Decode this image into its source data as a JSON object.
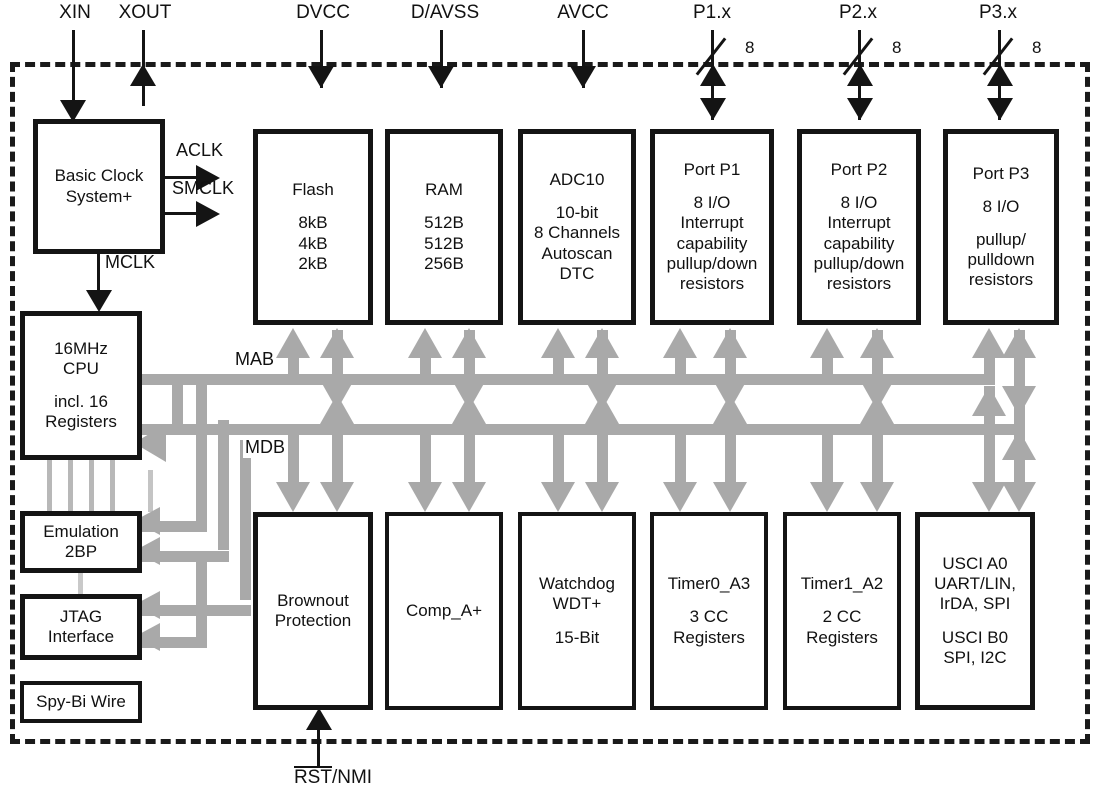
{
  "diagram": {
    "title": "MSP430 Microcontroller Functional Block Diagram",
    "colors": {
      "block_border": "#141414",
      "bus": "#a9a9a9",
      "signal": "#141414",
      "background": "#ffffff"
    }
  },
  "pins": [
    {
      "name": "XIN",
      "label": "XIN",
      "direction": "in"
    },
    {
      "name": "XOUT",
      "label": "XOUT",
      "direction": "out"
    },
    {
      "name": "DVCC",
      "label": "DVCC",
      "direction": "in"
    },
    {
      "name": "DAVSS",
      "label": "D/AVSS",
      "direction": "in"
    },
    {
      "name": "AVCC",
      "label": "AVCC",
      "direction": "in"
    },
    {
      "name": "P1x",
      "label": "P1.x",
      "direction": "bidir",
      "width": "8"
    },
    {
      "name": "P2x",
      "label": "P2.x",
      "direction": "bidir",
      "width": "8"
    },
    {
      "name": "P3x",
      "label": "P3.x",
      "direction": "bidir",
      "width": "8"
    }
  ],
  "reset_pin": {
    "label_overlined": "RST",
    "label_rest": "/NMI"
  },
  "clock_signals": [
    {
      "name": "aclk",
      "label": "ACLK"
    },
    {
      "name": "smclk",
      "label": "SMCLK"
    },
    {
      "name": "mclk",
      "label": "MCLK"
    }
  ],
  "buses": [
    {
      "name": "mab",
      "label": "MAB"
    },
    {
      "name": "mdb",
      "label": "MDB"
    }
  ],
  "blocks": {
    "clock": {
      "lines": [
        "Basic Clock",
        "System+"
      ]
    },
    "cpu": {
      "lines_top": [
        "16MHz",
        "CPU"
      ],
      "lines_bottom": [
        "incl. 16",
        "Registers"
      ]
    },
    "emulation": {
      "lines": [
        "Emulation",
        "2BP"
      ]
    },
    "jtag": {
      "lines": [
        "JTAG",
        "Interface"
      ]
    },
    "spybiwire": {
      "lines": [
        "Spy-Bi Wire"
      ]
    },
    "flash": {
      "title": "Flash",
      "lines": [
        "8kB",
        "4kB",
        "2kB"
      ]
    },
    "ram": {
      "title": "RAM",
      "lines": [
        "512B",
        "512B",
        "256B"
      ]
    },
    "adc10": {
      "title": "ADC10",
      "lines": [
        "10-bit",
        "8 Channels",
        "Autoscan",
        "DTC"
      ]
    },
    "port_p1": {
      "title": "Port P1",
      "lines": [
        "8 I/O",
        "Interrupt",
        "capability",
        "pullup/down",
        "resistors"
      ]
    },
    "port_p2": {
      "title": "Port P2",
      "lines": [
        "8 I/O",
        "Interrupt",
        "capability",
        "pullup/down",
        "resistors"
      ]
    },
    "port_p3": {
      "title": "Port P3",
      "lines": [
        "8 I/O",
        "pullup/",
        "pulldown",
        "resistors"
      ]
    },
    "brownout": {
      "lines": [
        "Brownout",
        "Protection"
      ]
    },
    "comp_a": {
      "lines": [
        "Comp_A+"
      ]
    },
    "watchdog": {
      "lines_top": [
        "Watchdog",
        "WDT+"
      ],
      "lines_bottom": [
        "15-Bit"
      ]
    },
    "timer0": {
      "lines_top": [
        "Timer0_A3"
      ],
      "lines_bottom": [
        "3 CC",
        "Registers"
      ]
    },
    "timer1": {
      "lines_top": [
        "Timer1_A2"
      ],
      "lines_bottom": [
        "2 CC",
        "Registers"
      ]
    },
    "usci": {
      "lines_top": [
        "USCI A0",
        "UART/LIN,",
        "IrDA, SPI"
      ],
      "lines_bottom": [
        "USCI B0",
        "SPI, I2C"
      ]
    }
  }
}
